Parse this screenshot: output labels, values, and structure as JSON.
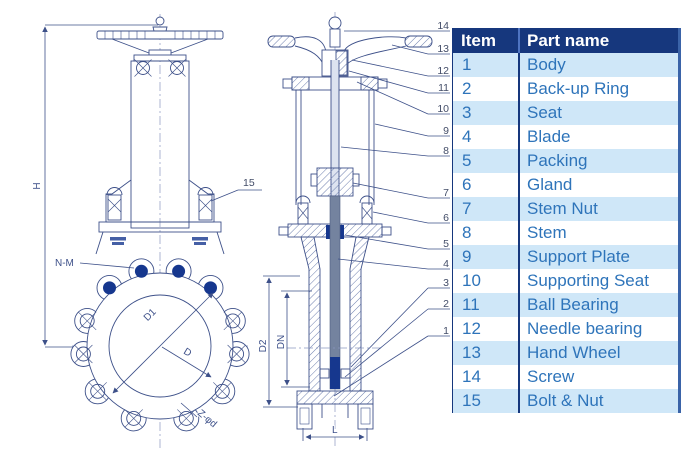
{
  "drawing": {
    "front_view": {
      "labels": {
        "height": "H",
        "bolt_pattern": "N-M",
        "bolt_circle": "D1",
        "bore": "D",
        "bolt_count": "Z-φd",
        "callout_15": "15"
      }
    },
    "section_view": {
      "labels": {
        "flange_od": "D2",
        "nominal_bore": "DN",
        "face_to_face": "L"
      },
      "callouts": [
        "14",
        "13",
        "12",
        "11",
        "10",
        "9",
        "8",
        "7",
        "6",
        "5",
        "4",
        "3",
        "2",
        "1"
      ]
    }
  },
  "table": {
    "headers": {
      "item": "Item",
      "part_name": "Part name"
    },
    "rows": [
      {
        "item": "1",
        "name": "Body"
      },
      {
        "item": "2",
        "name": "Back-up Ring"
      },
      {
        "item": "3",
        "name": "Seat"
      },
      {
        "item": "4",
        "name": "Blade"
      },
      {
        "item": "5",
        "name": "Packing"
      },
      {
        "item": "6",
        "name": "Gland"
      },
      {
        "item": "7",
        "name": "Stem Nut"
      },
      {
        "item": "8",
        "name": "Stem"
      },
      {
        "item": "9",
        "name": "Support Plate"
      },
      {
        "item": "10",
        "name": "Supporting Seat"
      },
      {
        "item": "11",
        "name": "Ball Bearing"
      },
      {
        "item": "12",
        "name": "Needle bearing"
      },
      {
        "item": "13",
        "name": "Hand Wheel"
      },
      {
        "item": "14",
        "name": "Screw"
      },
      {
        "item": "15",
        "name": "Bolt & Nut"
      }
    ]
  },
  "colors": {
    "header_bg": "#16377d",
    "header_text": "#ffffff",
    "row_alt_bg": "#cfe7f8",
    "row_bg": "#ffffff",
    "table_text": "#2e74ba",
    "table_border": "#3a63a8",
    "line": "#3d5089",
    "dark_fill": "#16378e"
  }
}
